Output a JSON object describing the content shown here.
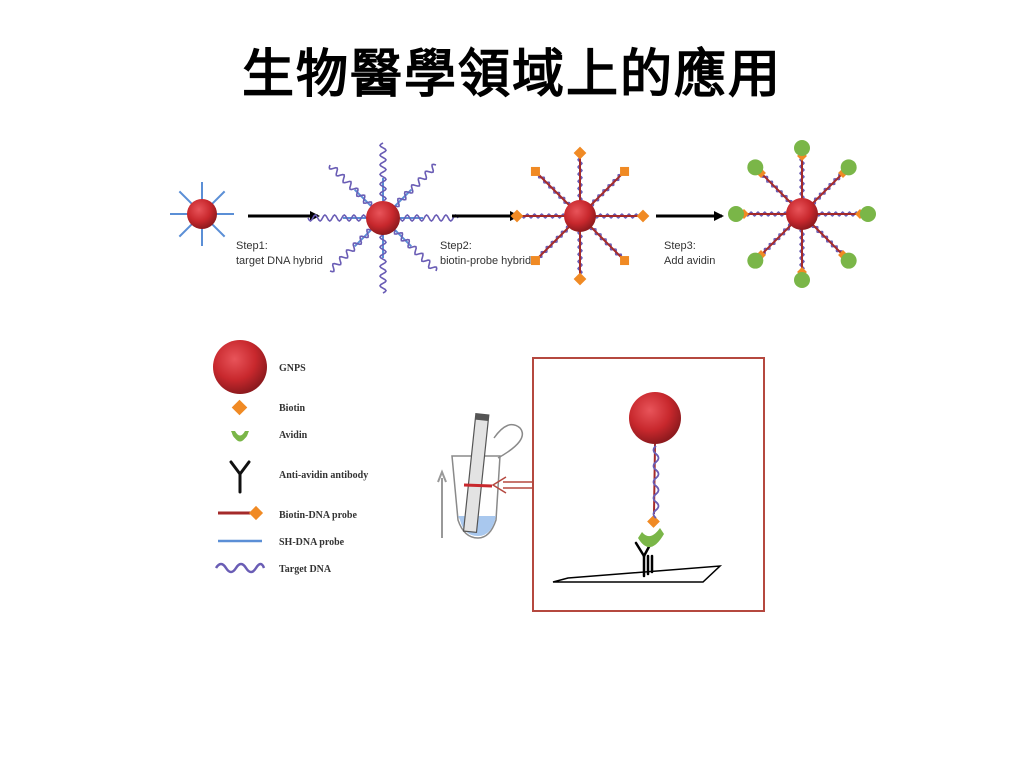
{
  "slide": {
    "title": "生物醫學領域上的應用"
  },
  "steps": [
    {
      "line1": "Step1:",
      "line2": "target DNA hybrid"
    },
    {
      "line1": "Step2:",
      "line2": "biotin-probe hybrid"
    },
    {
      "line1": "Step3:",
      "line2": "Add avidin"
    }
  ],
  "legend": [
    {
      "label": "GNPS",
      "icon": "gold-nanoparticle-icon"
    },
    {
      "label": "Biotin",
      "icon": "biotin-diamond-icon"
    },
    {
      "label": "Avidin",
      "icon": "avidin-cup-icon"
    },
    {
      "label": "Anti-avidin antibody",
      "icon": "antibody-y-icon"
    },
    {
      "label": "Biotin-DNA probe",
      "icon": "biotin-probe-icon"
    },
    {
      "label": "SH-DNA probe",
      "icon": "sh-probe-icon"
    },
    {
      "label": "Target DNA",
      "icon": "target-dna-wave-icon"
    }
  ],
  "colors": {
    "nanoparticle": "#c8282d",
    "sh_probe": "#5b8fd6",
    "target_dna": "#6a5db5",
    "biotin_probe": "#a42a2a",
    "biotin": "#f08a24",
    "avidin": "#7ab648",
    "arrow": "#000000",
    "frame": "#b5483f"
  }
}
